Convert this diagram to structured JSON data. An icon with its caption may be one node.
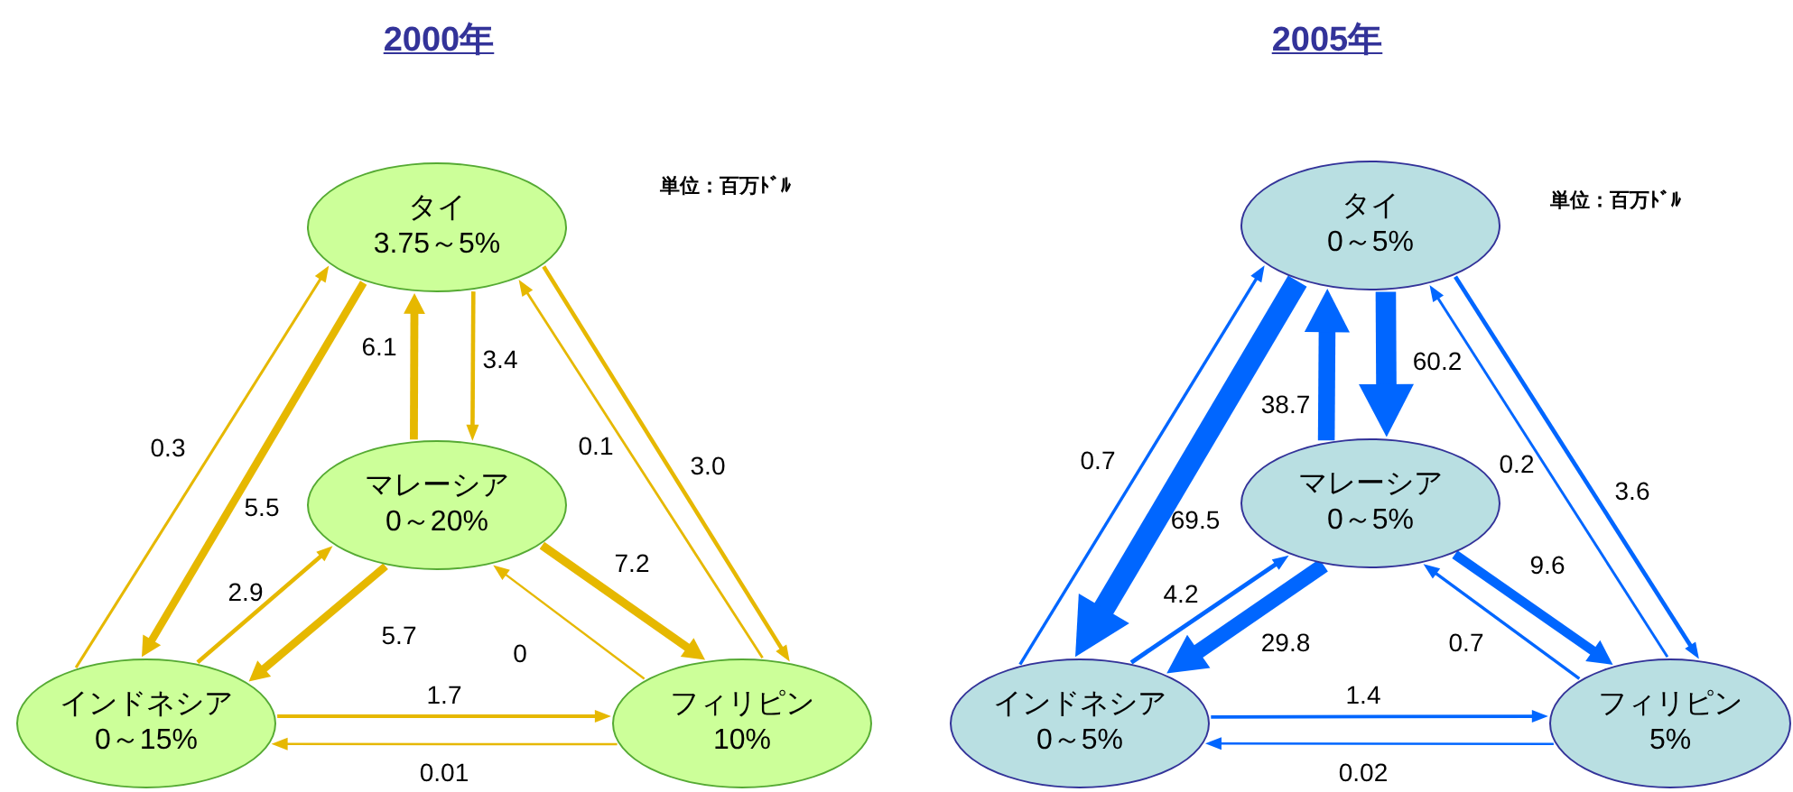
{
  "diagram": {
    "nodes": [
      {
        "text": [
          "タイ",
          "3.75～5%"
        ]
      },
      {
        "text": [
          "マレーシア",
          "0～20%"
        ]
      },
      {
        "text": [
          "インドネシア",
          "0～15%"
        ]
      },
      {
        "text": [
          "フィリピン",
          "10%"
        ]
      },
      {
        "text": [
          "タイ",
          "0～5%"
        ]
      },
      {
        "text": [
          "マレーシア",
          "0～5%"
        ]
      },
      {
        "text": [
          "インドネシア",
          "0～5%"
        ]
      },
      {
        "text": [
          "フィリピン",
          "5%"
        ]
      }
    ],
    "edges": [
      {
        "from": 2,
        "to": 0,
        "arrow": "to",
        "label": "0.3",
        "color": "#e6b800"
      },
      {
        "from": 0,
        "to": 2,
        "arrow": "to",
        "label": "5.5",
        "color": "#e6b800",
        "style": "thick"
      },
      {
        "from": 1,
        "to": 0,
        "arrow": "to",
        "label": "6.1",
        "color": "#e6b800",
        "style": "thick"
      },
      {
        "from": 0,
        "to": 1,
        "arrow": "to",
        "label": "3.4",
        "color": "#e6b800"
      },
      {
        "from": 3,
        "to": 0,
        "arrow": "to",
        "label": "0.1",
        "color": "#e6b800"
      },
      {
        "from": 0,
        "to": 3,
        "arrow": "to",
        "label": "3.0",
        "color": "#e6b800"
      },
      {
        "from": 2,
        "to": 1,
        "arrow": "to",
        "label": "2.9",
        "color": "#e6b800"
      },
      {
        "from": 1,
        "to": 2,
        "arrow": "to",
        "label": "5.7",
        "color": "#e6b800",
        "style": "thick"
      },
      {
        "from": 1,
        "to": 3,
        "arrow": "to",
        "label": "7.2",
        "color": "#e6b800",
        "style": "thick"
      },
      {
        "from": 3,
        "to": 1,
        "arrow": "to",
        "label": "0",
        "color": "#e6b800"
      },
      {
        "from": 2,
        "to": 3,
        "arrow": "to",
        "label": "1.7",
        "color": "#e6b800"
      },
      {
        "from": 3,
        "to": 2,
        "arrow": "to",
        "label": "0.01",
        "color": "#e6b800"
      },
      {
        "from": 6,
        "to": 4,
        "arrow": "to",
        "label": "0.7",
        "color": "#0066ff"
      },
      {
        "from": 4,
        "to": 6,
        "arrow": "to",
        "label": "69.5",
        "color": "#0066ff",
        "style": "thick"
      },
      {
        "from": 5,
        "to": 4,
        "arrow": "to",
        "label": "38.7",
        "color": "#0066ff",
        "style": "thick"
      },
      {
        "from": 4,
        "to": 5,
        "arrow": "to",
        "label": "60.2",
        "color": "#0066ff",
        "style": "thick"
      },
      {
        "from": 7,
        "to": 4,
        "arrow": "to",
        "label": "0.2",
        "color": "#0066ff"
      },
      {
        "from": 4,
        "to": 7,
        "arrow": "to",
        "label": "3.6",
        "color": "#0066ff"
      },
      {
        "from": 6,
        "to": 5,
        "arrow": "to",
        "label": "4.2",
        "color": "#0066ff"
      },
      {
        "from": 5,
        "to": 6,
        "arrow": "to",
        "label": "29.8",
        "color": "#0066ff",
        "style": "thick"
      },
      {
        "from": 5,
        "to": 7,
        "arrow": "to",
        "label": "9.6",
        "color": "#0066ff",
        "style": "thick"
      },
      {
        "from": 7,
        "to": 5,
        "arrow": "to",
        "label": "0.7",
        "color": "#0066ff"
      },
      {
        "from": 6,
        "to": 7,
        "arrow": "to",
        "label": "1.4",
        "color": "#0066ff"
      },
      {
        "from": 7,
        "to": 6,
        "arrow": "to",
        "label": "0.02",
        "color": "#0066ff"
      }
    ],
    "labels": [
      "2000年",
      "単位：百万ﾄﾞﾙ",
      "2005年",
      "単位：百万ﾄﾞﾙ"
    ]
  }
}
